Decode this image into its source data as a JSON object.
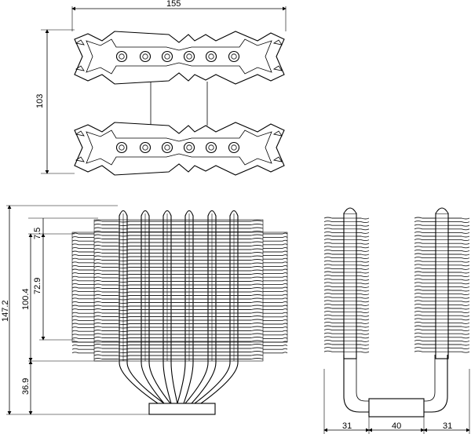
{
  "top_view": {
    "width_label": "155",
    "height_label": "103",
    "rows": 2,
    "heatpipes_per_row": 6
  },
  "front_view": {
    "height_total_label": "147.2",
    "fin_stack_height_label": "100.4",
    "inner_fin_height_label": "72.9",
    "top_offset_label": "7.5",
    "base_height_label": "36.9"
  },
  "side_view": {
    "left_label": "31",
    "center_label": "40",
    "right_label": "31"
  }
}
